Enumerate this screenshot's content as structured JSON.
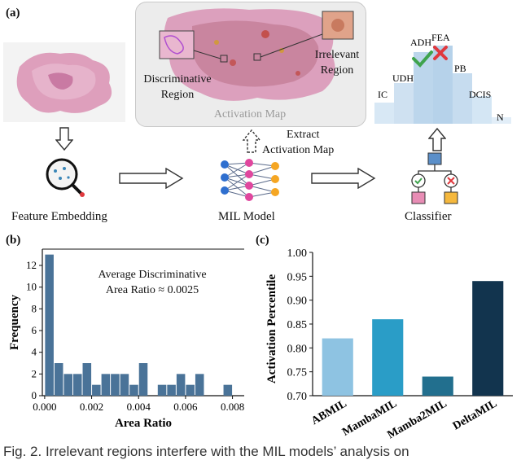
{
  "figure": {
    "panel_a_label": "(a)",
    "panel_b_label": "(b)",
    "panel_c_label": "(c)",
    "caption": "Fig. 2.   Irrelevant regions interfere with the MIL models’ analysis on"
  },
  "panel_a": {
    "activation_map_label": "Activation Map",
    "discriminative_line1": "Discriminative",
    "discriminative_line2": "Region",
    "irrelevant_line1": "Irrelevant",
    "irrelevant_line2": "Region",
    "extract_line1": "Extract",
    "extract_line2": "Activation Map",
    "feature_embedding_label": "Feature Embedding",
    "mil_model_label": "MIL Model",
    "classifier_label": "Classifier",
    "classes": [
      "IC",
      "UDH",
      "ADH",
      "FEA",
      "PB",
      "DCIS",
      "N"
    ],
    "icons": [
      "magnifier-icon",
      "neural-network-icon",
      "decision-tree-icon",
      "checkmark-icon",
      "cross-icon"
    ],
    "colors": {
      "stain_pink": "#d98fb2",
      "class_bar": "#bcd6ec",
      "check": "#3fa34d",
      "cross": "#e0393e"
    }
  },
  "chart_data": [
    {
      "type": "bar",
      "panel": "(b)",
      "xlabel": "Area Ratio",
      "ylabel": "Frequency",
      "annotation_line1": "Average Discriminative",
      "annotation_line2": "Area Ratio ≈ 0.0025",
      "bin_width": 0.0004,
      "x_start": 0.0,
      "values": [
        13,
        3,
        2,
        2,
        3,
        1,
        2,
        2,
        2,
        1,
        3,
        0,
        1,
        1,
        2,
        1,
        2,
        0,
        0,
        1
      ],
      "xlim": [
        -0.0001,
        0.0085
      ],
      "ylim": [
        0,
        13.5
      ],
      "xticks": [
        "0.000",
        "0.002",
        "0.004",
        "0.006",
        "0.008"
      ],
      "yticks": [
        "0",
        "2",
        "4",
        "6",
        "8",
        "10",
        "12"
      ],
      "color": "#4a7398"
    },
    {
      "type": "bar",
      "panel": "(c)",
      "ylabel": "Activation Percentile",
      "categories": [
        "ABMIL",
        "MambaMIL",
        "Mamba2MIL",
        "DeltaMIL"
      ],
      "values": [
        0.82,
        0.86,
        0.74,
        0.94
      ],
      "colors": [
        "#8ec3e2",
        "#2a9dc7",
        "#226f8e",
        "#12344e"
      ],
      "ylim": [
        0.7,
        1.0
      ],
      "yticks": [
        "0.70",
        "0.75",
        "0.80",
        "0.85",
        "0.90",
        "0.95",
        "1.00"
      ]
    }
  ]
}
